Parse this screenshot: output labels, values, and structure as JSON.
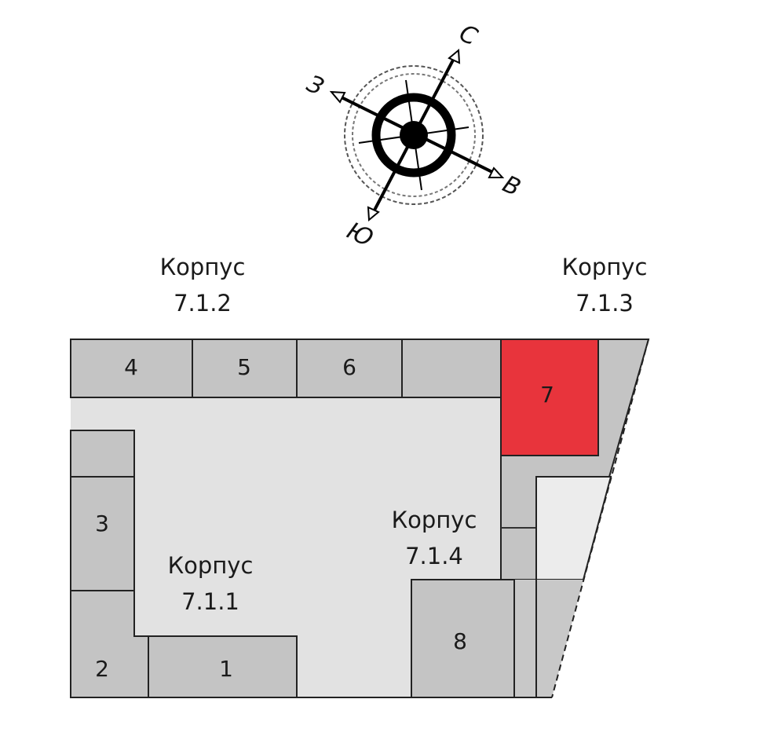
{
  "compass": {
    "north": "С",
    "west": "З",
    "east": "В",
    "south": "Ю"
  },
  "buildings": [
    {
      "title": "Корпус",
      "number": "7.1.2"
    },
    {
      "title": "Корпус",
      "number": "7.1.3"
    },
    {
      "title": "Корпус",
      "number": "7.1.4"
    },
    {
      "title": "Корпус",
      "number": "7.1.1"
    }
  ],
  "sections": [
    "1",
    "2",
    "3",
    "4",
    "5",
    "6",
    "7",
    "8"
  ],
  "colors": {
    "selected": "#e8343c",
    "section": "#c4c4c4",
    "yard": "#e2e2e2",
    "light": "#ececec"
  }
}
